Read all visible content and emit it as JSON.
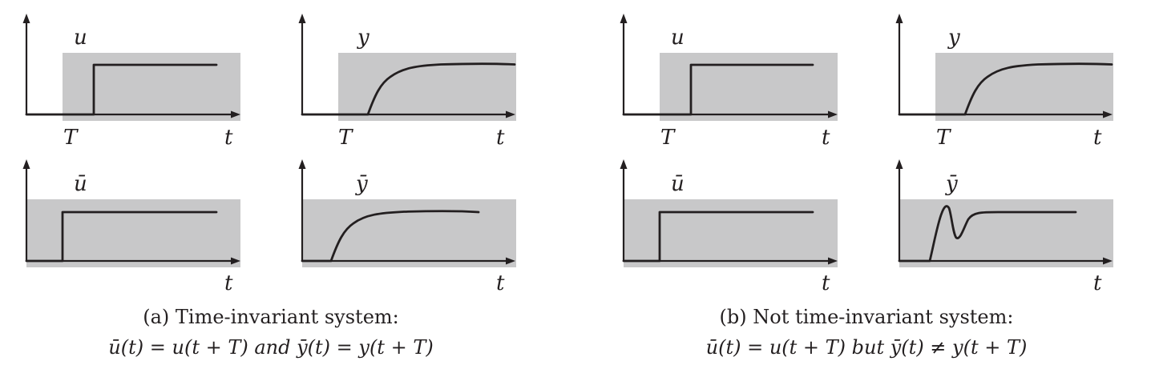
{
  "panels": [
    {
      "id": "a",
      "caption_line1": "(a) Time-invariant system:",
      "caption_line2": "ū(t) = u(t + T) and ȳ(t) = y(t + T)",
      "plots": {
        "u": {
          "signal_label": "u",
          "time_label": "t",
          "shift_label": "T",
          "shape": "step",
          "shifted": true
        },
        "y": {
          "signal_label": "y",
          "time_label": "t",
          "shift_label": "T",
          "shape": "smooth_rise",
          "shifted": true
        },
        "ubar": {
          "signal_label": "ū",
          "time_label": "t",
          "shape": "step",
          "shifted": false
        },
        "ybar": {
          "signal_label": "ȳ",
          "time_label": "t",
          "shape": "smooth_rise",
          "shifted": false
        }
      }
    },
    {
      "id": "b",
      "caption_line1": "(b) Not time-invariant system:",
      "caption_line2": "ū(t) = u(t + T) but ȳ(t) ≠ y(t + T)",
      "plots": {
        "u": {
          "signal_label": "u",
          "time_label": "t",
          "shift_label": "T",
          "shape": "step",
          "shifted": true
        },
        "y": {
          "signal_label": "y",
          "time_label": "t",
          "shift_label": "T",
          "shape": "smooth_rise",
          "shifted": true
        },
        "ubar": {
          "signal_label": "ū",
          "time_label": "t",
          "shape": "step",
          "shifted": false
        },
        "ybar": {
          "signal_label": "ȳ",
          "time_label": "t",
          "shape": "overshoot_oscillation",
          "shifted": false
        }
      }
    }
  ],
  "colors": {
    "shade": "#c8c8c9",
    "ink": "#231f20"
  }
}
